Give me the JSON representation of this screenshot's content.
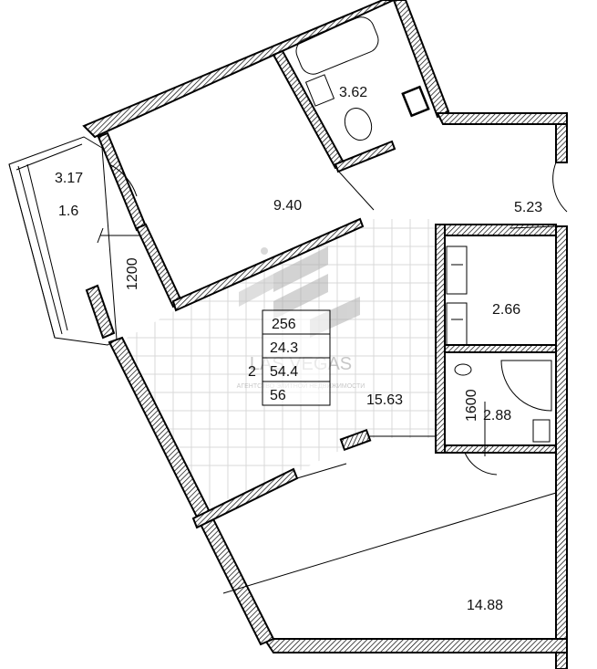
{
  "rooms": {
    "balcony_area": "3.17",
    "balcony_coef": "1.6",
    "bathroom": "3.62",
    "bedroom": "9.40",
    "hall": "5.23",
    "storage": "2.66",
    "living": "15.63",
    "shower": "2.88",
    "kitchen_living": "14.88"
  },
  "dimensions": {
    "balcony_width": "1200",
    "shower_width": "1600"
  },
  "apartment_info": {
    "number": "256",
    "living_area": "24.3",
    "rooms": "2",
    "total_area": "54.4",
    "gross_area": "56"
  },
  "watermark": {
    "brand": "LAS VEGAS",
    "tagline": "АГЕНТСТВО ЭЛИТНОЙ НЕДВИЖИМОСТИ"
  }
}
